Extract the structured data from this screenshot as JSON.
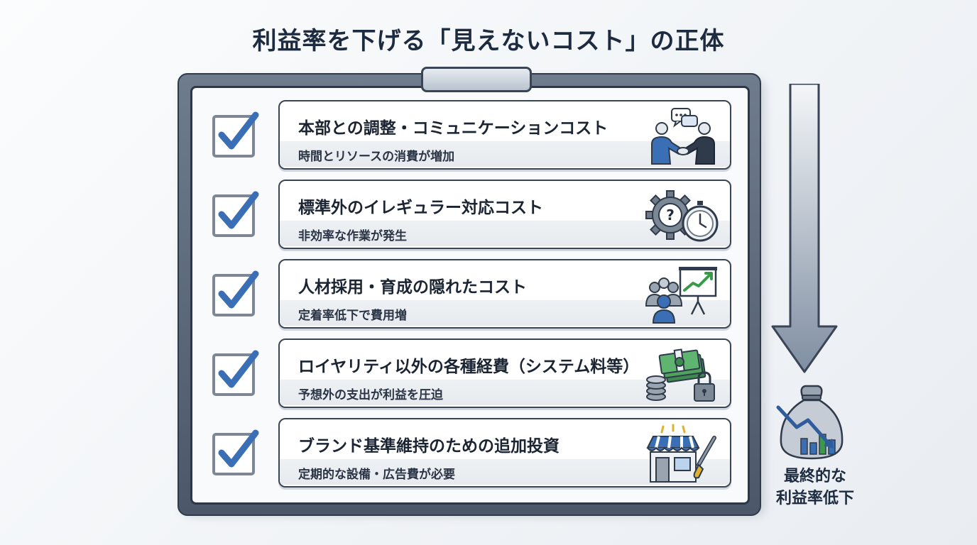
{
  "title": "利益率を下げる「見えないコスト」の正体",
  "items": [
    {
      "title": "本部との調整・コミュニケーションコスト",
      "sub": "時間とリソースの消費が増加",
      "icon": "handshake-icon"
    },
    {
      "title": "標準外のイレギュラー対応コスト",
      "sub": "非効率な作業が発生",
      "icon": "gear-stopwatch-icon"
    },
    {
      "title": "人材採用・育成の隠れたコスト",
      "sub": "定着率低下で費用増",
      "icon": "training-presentation-icon"
    },
    {
      "title": "ロイヤリティ以外の各種経費（システム料等）",
      "sub": "予想外の支出が利益を圧迫",
      "icon": "money-lock-icon"
    },
    {
      "title": "ブランド基準維持のための追加投資",
      "sub": "定期的な設備・広告費が必要",
      "icon": "storefront-brush-icon"
    }
  ],
  "result": {
    "line1": "最終的な",
    "line2": "利益率低下",
    "icon": "money-bag-decline-icon"
  },
  "colors": {
    "check": "#3b6fb5",
    "arrow": "#5b6b80",
    "dark": "#1d2b40"
  }
}
